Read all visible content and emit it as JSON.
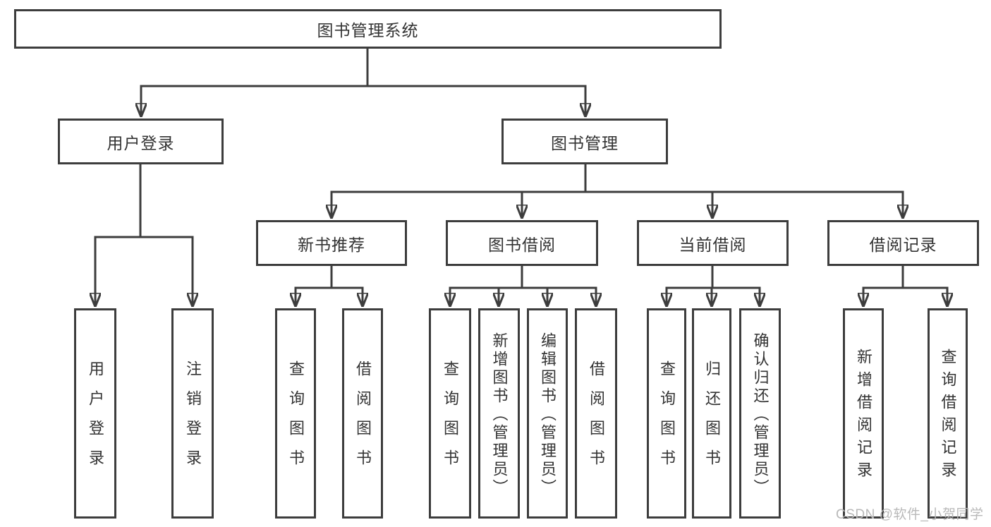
{
  "diagram": {
    "root": {
      "label": "图书管理系统"
    },
    "branches": [
      {
        "label": "用户登录",
        "children": [
          {
            "label": "用户登录"
          },
          {
            "label": "注销登录"
          }
        ]
      },
      {
        "label": "图书管理",
        "children": [
          {
            "label": "新书推荐",
            "children": [
              {
                "label": "查询图书"
              },
              {
                "label": "借阅图书"
              }
            ]
          },
          {
            "label": "图书借阅",
            "children": [
              {
                "label": "查询图书"
              },
              {
                "label": "新增图书（管理员）"
              },
              {
                "label": "编辑图书（管理员）"
              },
              {
                "label": "借阅图书"
              }
            ]
          },
          {
            "label": "当前借阅",
            "children": [
              {
                "label": "查询图书"
              },
              {
                "label": "归还图书"
              },
              {
                "label": "确认归还（管理员）"
              }
            ]
          },
          {
            "label": "借阅记录",
            "children": [
              {
                "label": "新增借阅记录"
              },
              {
                "label": "查询借阅记录"
              }
            ]
          }
        ]
      }
    ]
  },
  "watermark": {
    "text": "CSDN @软件_小贺同学"
  },
  "colors": {
    "line": "#3d3d3d",
    "text": "#333333",
    "background": "#ffffff",
    "watermark": "#b9b9b9"
  }
}
